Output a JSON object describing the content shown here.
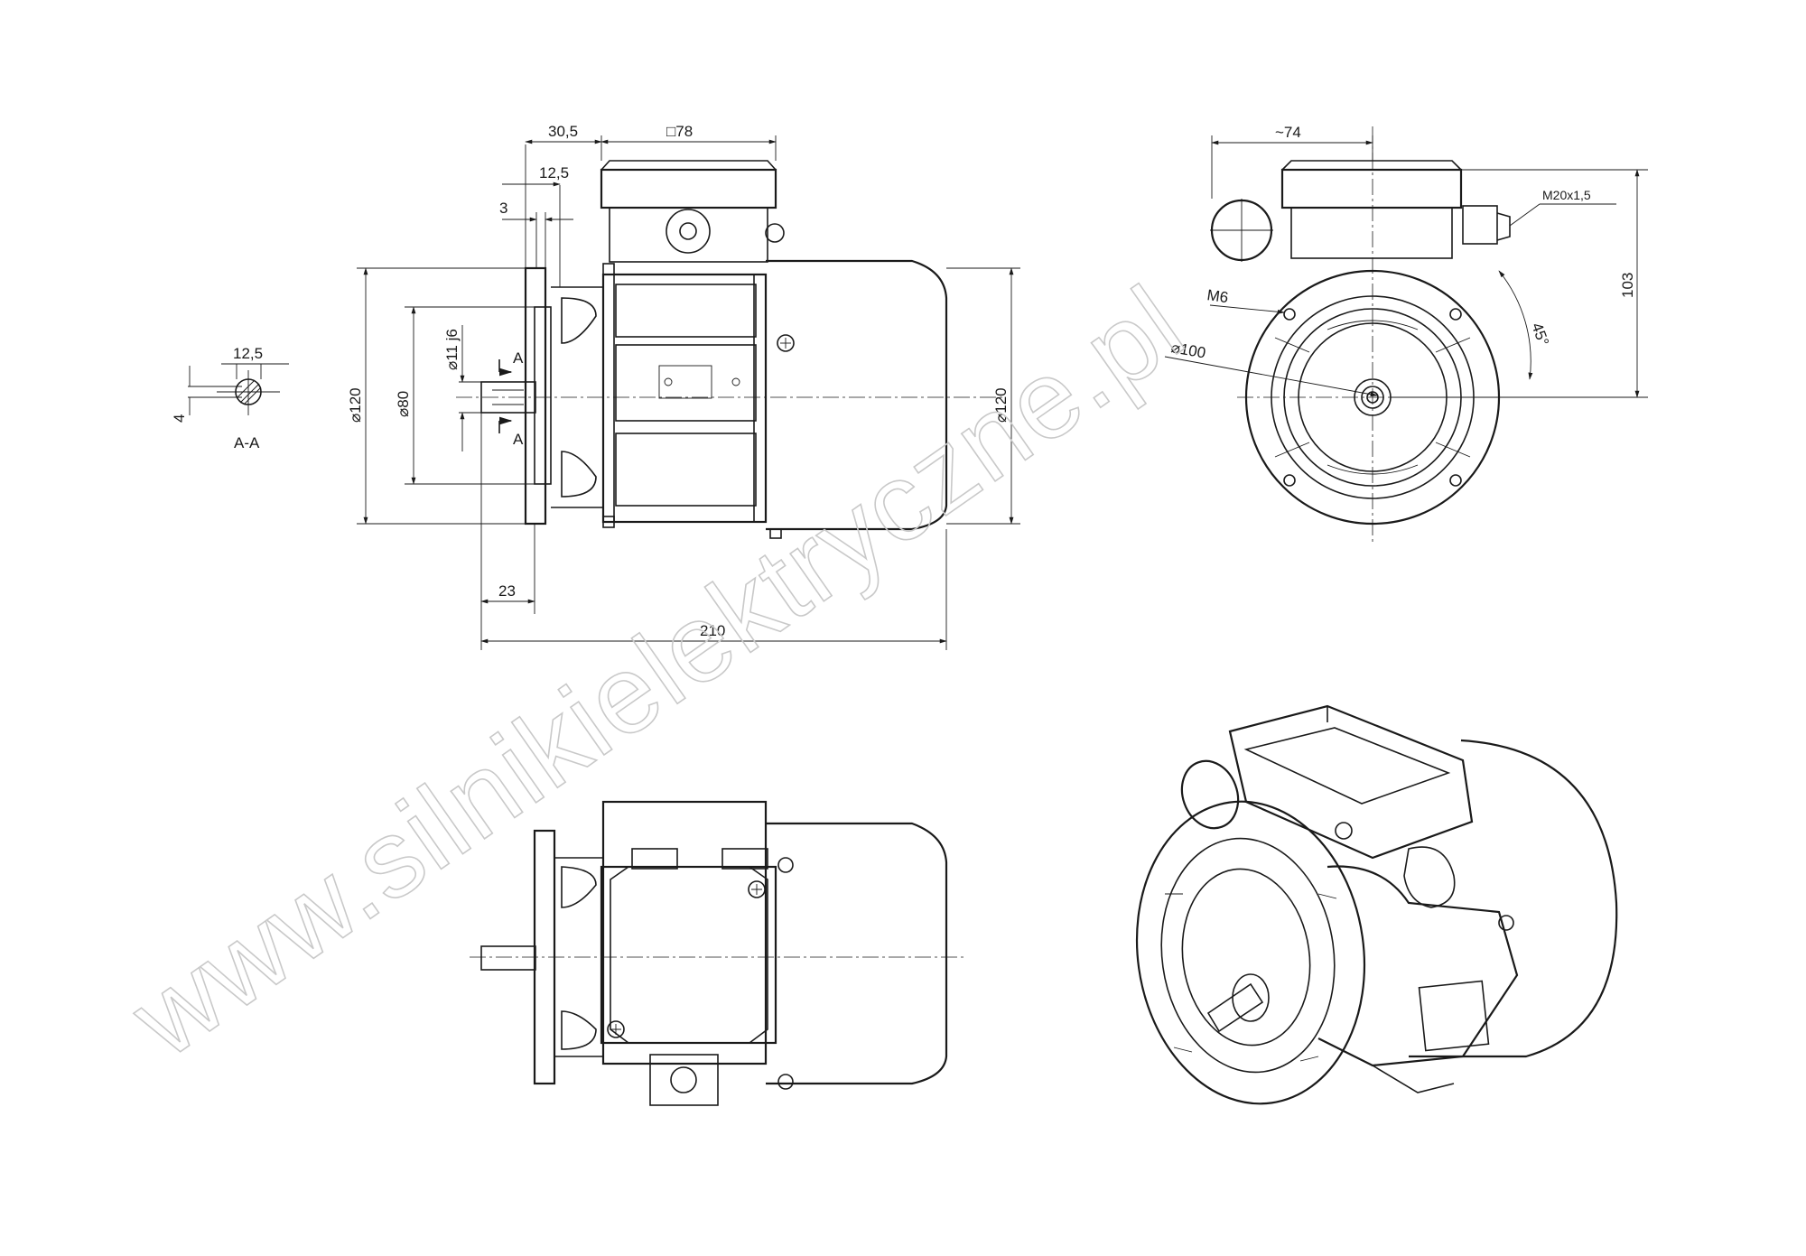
{
  "watermark": "www.silnikielektryczne.pl",
  "section_view": {
    "label": "A-A",
    "dims": {
      "width": "12,5",
      "height": "4"
    }
  },
  "side_view": {
    "dims": {
      "flange_to_box": "30,5",
      "box_square": "□78",
      "spigot": "12,5",
      "flange_thickness": "3",
      "flange_diameter": "⌀120",
      "spigot_diameter": "⌀80",
      "shaft_diameter": "⌀11 j6",
      "housing_diameter": "⌀120",
      "shaft_length": "23",
      "total_length": "210",
      "section_mark": "A"
    }
  },
  "front_view": {
    "dims": {
      "box_offset": "~74",
      "cable_gland": "M20x1,5",
      "height": "103",
      "thread": "M6",
      "bolt_circle": "⌀100",
      "angle": "45°"
    }
  }
}
